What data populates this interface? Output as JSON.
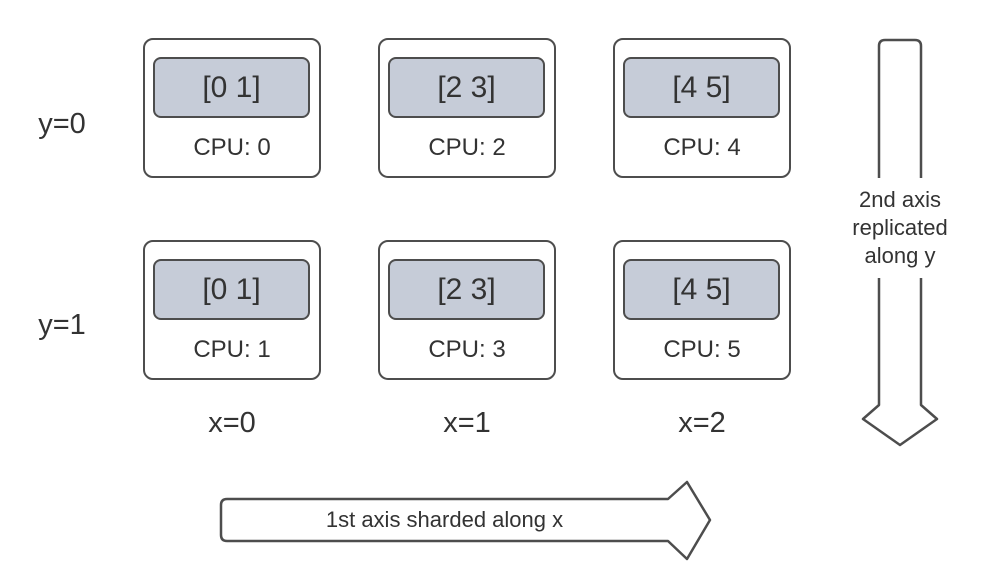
{
  "diagram": {
    "row_labels": [
      "y=0",
      "y=1"
    ],
    "col_labels": [
      "x=0",
      "x=1",
      "x=2"
    ],
    "cells": [
      {
        "shard": "[0 1]",
        "cpu": "CPU: 0"
      },
      {
        "shard": "[2 3]",
        "cpu": "CPU: 2"
      },
      {
        "shard": "[4 5]",
        "cpu": "CPU: 4"
      },
      {
        "shard": "[0 1]",
        "cpu": "CPU: 1"
      },
      {
        "shard": "[2 3]",
        "cpu": "CPU: 3"
      },
      {
        "shard": "[4 5]",
        "cpu": "CPU: 5"
      }
    ],
    "x_arrow_label": "1st axis sharded along x",
    "y_arrow_label_lines": [
      "2nd axis",
      "replicated",
      "along y"
    ],
    "colors": {
      "stroke": "#4d4d4d",
      "shard_fill": "#c6ccd8",
      "box_fill": "#ffffff",
      "text": "#333333",
      "background": "#ffffff"
    }
  }
}
